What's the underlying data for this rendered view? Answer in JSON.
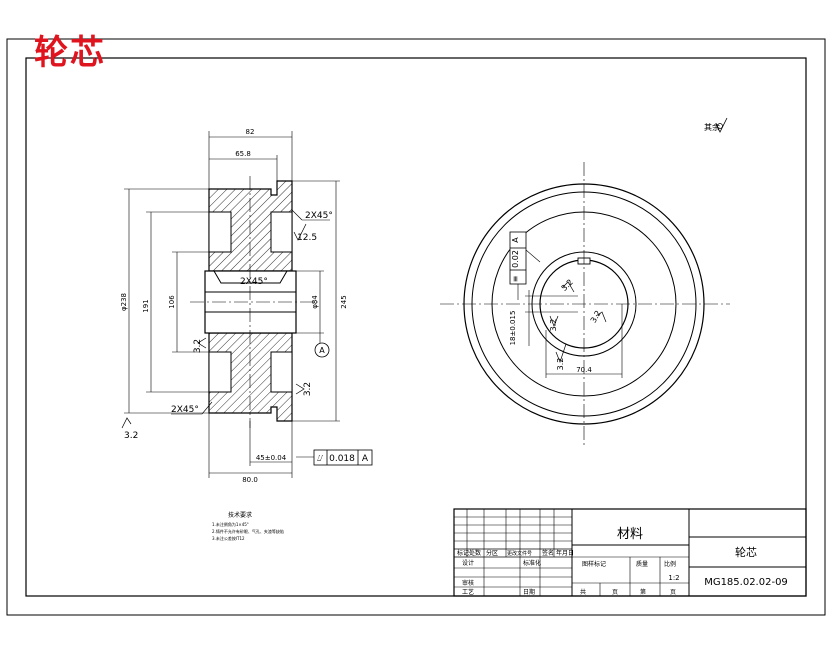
{
  "title": "轮芯",
  "left_view": {
    "dims": {
      "top_width": "82",
      "top_inner": "65.8",
      "bottom_width": "80.0",
      "bore_tol": "45±0.04",
      "outer_dia": "φ238",
      "mid_dia": "191",
      "hub_dia": "106",
      "bore_dia": "φ84",
      "right_dia": "245"
    },
    "callouts": {
      "chamfer_top": "2X45°",
      "roughness_top": "12.5",
      "chamfer_bore": "2X45°",
      "roughness_left": "3.2",
      "datum_label": "A",
      "roughness_right": "3.2",
      "chamfer_bottom": "2X45°",
      "roughness_bottom": "3.2"
    },
    "fcf": {
      "symbol": "⌰",
      "tolerance": "0.018",
      "datum": "A"
    }
  },
  "right_view": {
    "fcf": {
      "symbol": "≡",
      "tolerance": "0.02",
      "datum": "A"
    },
    "roughness_a": "3.2",
    "roughness_b": "3.2",
    "roughness_c": "3.2",
    "roughness_d": "3.2",
    "keyway_width": "18±0.015",
    "keyway_depth": "70.4"
  },
  "general_roughness": {
    "label": "其余",
    "value": ""
  },
  "tech_notes": {
    "heading": "技术要求",
    "items": [
      "1.未注倒角为1×45°",
      "2.铸件不允许有砂眼、气孔、夹渣等缺陷",
      "3.未注公差按IT12"
    ]
  },
  "title_block": {
    "material_label": "材料",
    "part_name": "轮芯",
    "drawing_no": "MG185.02.02-09",
    "scale": "1:2",
    "header_cells": [
      "标记",
      "处数",
      "分区",
      "更改文件号",
      "签名",
      "年月日"
    ],
    "row_design": "设计",
    "row_std": "标准化",
    "row_check": "审核",
    "row_process": "工艺",
    "row_date": "日期",
    "stage_label": "图样标记",
    "weight_label": "质量",
    "scale_label": "比例",
    "sheet_total": "共",
    "sheet_unit": "页",
    "sheet_no": "第",
    "sheet_unit2": "页"
  }
}
